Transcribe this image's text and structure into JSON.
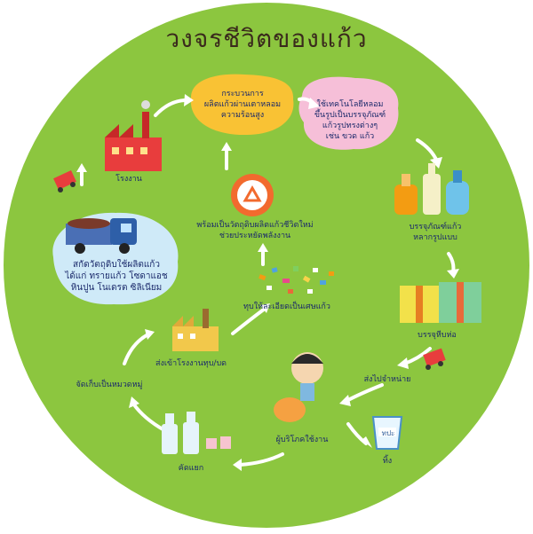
{
  "title": "วงจรชีวิตของแก้ว",
  "colors": {
    "background_circle": "#8cc63f",
    "blob_yellow": "#f9c234",
    "blob_pink": "#f6bfd8",
    "bubble_blue": "#cfeaf8",
    "arrow": "#ffffff",
    "text": "#1b2a6b"
  },
  "steps": {
    "furnace": [
      "กระบวนการ",
      "ผลิตแก้วผ่านเตาหลอม",
      "ความร้อนสูง"
    ],
    "technology": [
      "ใช้เทคโนโลยีหลอม",
      "ขึ้นรูปเป็นบรรจุภัณฑ์",
      "แก้วรูปทรงต่างๆ",
      "เช่น ขวด แก้ว"
    ],
    "containers": [
      "บรรจุภัณฑ์แก้ว",
      "หลากรูปแบบ"
    ],
    "packaging": "บรรจุหีบห่อ",
    "distribution": "ส่งไปจำหน่าย",
    "consumer": "ผู้บริโภคใช้งาน",
    "discard": "ทิ้ง",
    "sorting": "คัดแยก",
    "collect": "จัดเก็บเป็นหมวดหมู่",
    "send_factory": "ส่งเข้าโรงงานทุบ/บด",
    "crushing": "ทุบให้ละเอียดเป็นเศษแก้ว",
    "ready": [
      "พร้อมเป็นวัตถุดิบผลิตแก้วชีวิตใหม่",
      "ช่วยประหยัดพลังงาน"
    ],
    "factory": "โรงงาน",
    "raw_materials": [
      "สกัดวัตถุดิบใช้ผลิตแก้ว",
      "ได้แก่ ทรายแก้ว โซดาแอช",
      "หินปูน โนเดรต ซิลิเนียม"
    ]
  },
  "cup_label": "ทปะ",
  "icons": [
    "recycle-icon",
    "factory-icon",
    "truck-icon",
    "bottles-icon",
    "gift-box-icon",
    "person-icon",
    "trash-cup-icon",
    "milk-bottles-icon",
    "glass-shards-icon"
  ]
}
